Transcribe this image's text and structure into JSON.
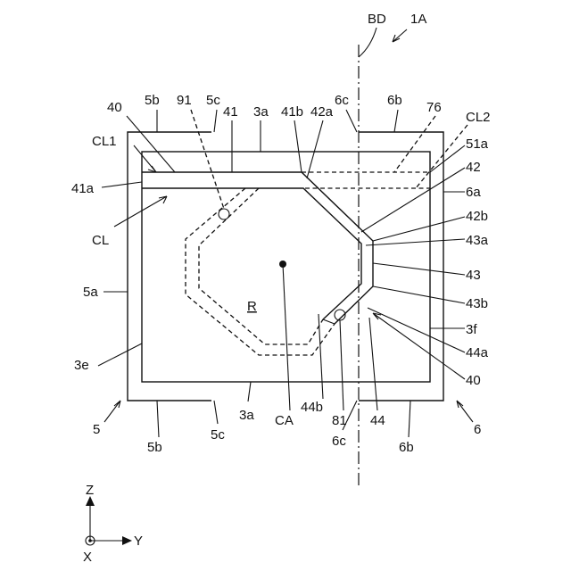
{
  "figure": {
    "labels": {
      "bd": "BD",
      "1a": "1A",
      "5b_top": "5b",
      "91": "91",
      "5c_top": "5c",
      "6c_top": "6c",
      "6b_top": "6b",
      "76": "76",
      "40_top": "40",
      "41": "41",
      "3a_top": "3a",
      "41b": "41b",
      "42a": "42a",
      "cl2": "CL2",
      "cl1": "CL1",
      "51a": "51a",
      "42": "42",
      "41a": "41a",
      "6a": "6a",
      "42b": "42b",
      "cl": "CL",
      "43a": "43a",
      "43": "43",
      "5a": "5a",
      "43b": "43b",
      "r": "R",
      "3f": "3f",
      "3e": "3e",
      "44a": "44a",
      "40_right": "40",
      "44b": "44b",
      "81": "81",
      "44": "44",
      "3a_bottom": "3a",
      "ca": "CA",
      "5": "5",
      "6": "6",
      "5c_bottom": "5c",
      "6c_bottom": "6c",
      "5b_bottom": "5b",
      "6b_bottom": "6b",
      "z": "Z",
      "y": "Y",
      "x": "X"
    }
  }
}
